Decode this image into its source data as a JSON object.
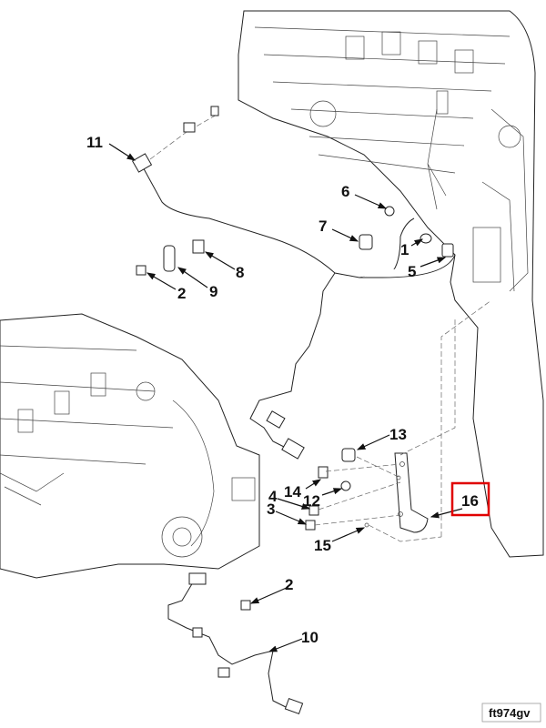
{
  "diagram": {
    "callouts": [
      {
        "id": "11",
        "label": "11"
      },
      {
        "id": "6",
        "label": "6"
      },
      {
        "id": "7",
        "label": "7"
      },
      {
        "id": "1",
        "label": "1"
      },
      {
        "id": "8",
        "label": "8"
      },
      {
        "id": "5",
        "label": "5"
      },
      {
        "id": "2a",
        "label": "2"
      },
      {
        "id": "9",
        "label": "9"
      },
      {
        "id": "13",
        "label": "13"
      },
      {
        "id": "14",
        "label": "14"
      },
      {
        "id": "4",
        "label": "4"
      },
      {
        "id": "12",
        "label": "12"
      },
      {
        "id": "3",
        "label": "3"
      },
      {
        "id": "15",
        "label": "15"
      },
      {
        "id": "16",
        "label": "16",
        "highlighted": true
      },
      {
        "id": "2b",
        "label": "2"
      },
      {
        "id": "10",
        "label": "10"
      }
    ],
    "highlight_color": "#e00000",
    "figure_id": "ft974gv"
  }
}
